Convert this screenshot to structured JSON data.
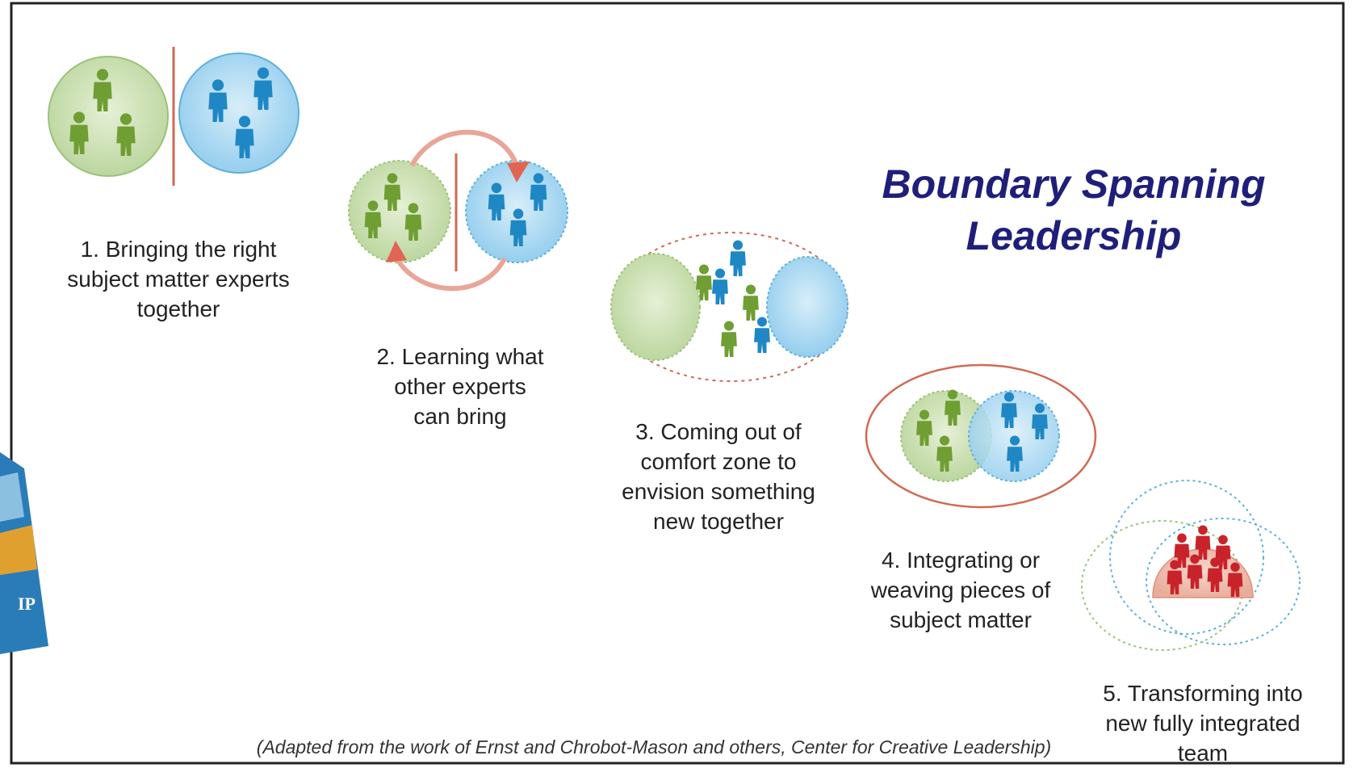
{
  "title": {
    "line1": "Boundary Spanning",
    "line2": "Leadership"
  },
  "steps": [
    {
      "text": "1.  Bringing the right\nsubject matter experts\ntogether"
    },
    {
      "text": "2.  Learning what\nother experts\ncan bring"
    },
    {
      "text": "3.  Coming out of\ncomfort zone to\nenvision something\nnew together"
    },
    {
      "text": "4.  Integrating or\nweaving pieces of\nsubject matter"
    },
    {
      "text": "5.  Transforming into\nnew fully integrated\nteam"
    }
  ],
  "credit": "(Adapted from the work of Ernst and Chrobot-Mason and others, Center for Creative Leadership)",
  "book": {
    "text": "IP"
  },
  "colors": {
    "green_group": "#7aa83c",
    "blue_group": "#2a8fc8",
    "red_group": "#c8232a",
    "title": "#1f1f7a",
    "arrow": "#e08070"
  }
}
